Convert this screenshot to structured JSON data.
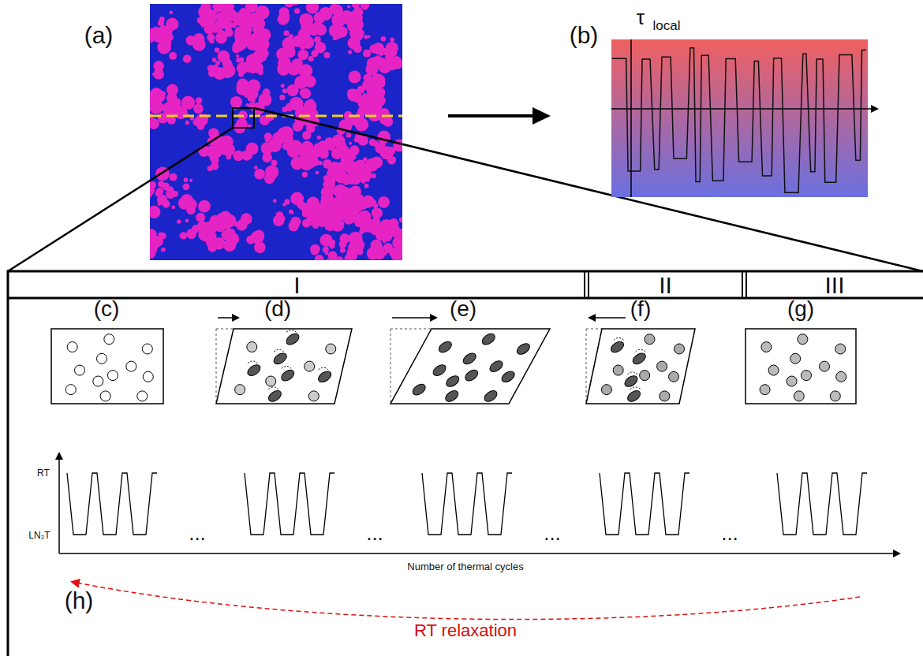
{
  "diagram": {
    "nodes": [
      {
        "text": [
          "I"
        ]
      },
      {
        "text": [
          "II"
        ]
      },
      {
        "text": [
          "III"
        ]
      }
    ],
    "labels": [
      "(a)",
      "(b)",
      "τ",
      "local",
      "(c)",
      "(d)",
      "(e)",
      "(f)",
      "(g)",
      "RT",
      "LN₂T",
      "...",
      "...",
      "...",
      "...",
      "Number of thermal cycles",
      "(h)",
      "RT relaxation"
    ]
  }
}
